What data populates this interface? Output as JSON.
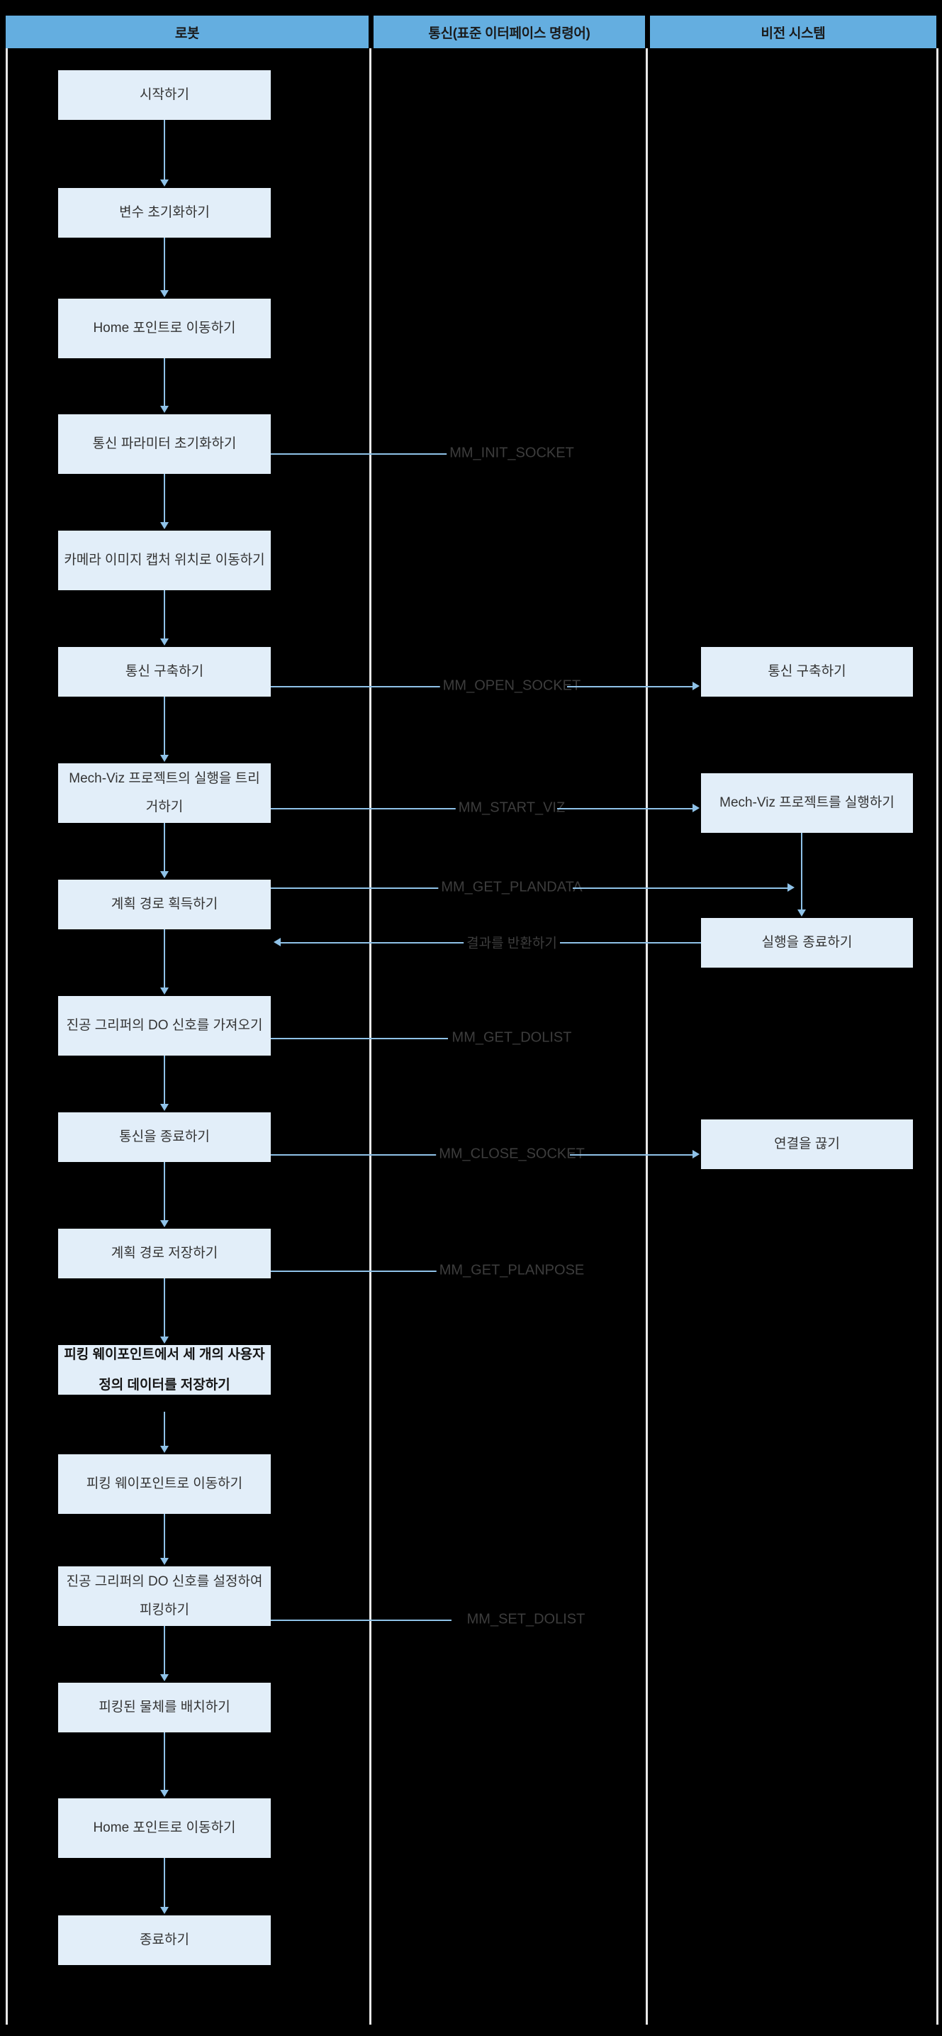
{
  "diagram": {
    "title_bar_color": "#64aee0",
    "node_fill": "#e2eef9",
    "connector_color": "#8fc2e8",
    "background": "#000000",
    "lanes": [
      {
        "id": "robot",
        "label": "로봇"
      },
      {
        "id": "comm",
        "label": "통신(표준 이터페이스 명령어)"
      },
      {
        "id": "vision",
        "label": "비전 시스템"
      }
    ],
    "robot_nodes": [
      {
        "id": "start",
        "label": "시작하기"
      },
      {
        "id": "init-vars",
        "label": "변수 초기화하기"
      },
      {
        "id": "move-home-1",
        "label": "Home 포인트로 이동하기"
      },
      {
        "id": "init-comm-param",
        "label": "통신 파라미터 초기화하기"
      },
      {
        "id": "move-capture",
        "label": "카메라 이미지 캡처 위치로 이동하기"
      },
      {
        "id": "build-comm",
        "label": "통신 구축하기"
      },
      {
        "id": "trigger-viz",
        "label": "Mech-Viz 프로젝트의 실행을 트리거하기"
      },
      {
        "id": "get-plan",
        "label": "계획 경로 획득하기"
      },
      {
        "id": "get-do-signal",
        "label": "진공 그리퍼의 DO 신호를 가져오기"
      },
      {
        "id": "close-comm",
        "label": "통신을 종료하기"
      },
      {
        "id": "save-plan",
        "label": "계획 경로 저장하기"
      },
      {
        "id": "save-custom",
        "label": "피킹 웨이포인트에서 세 개의 사용자 정의 데이터를 저장하기"
      },
      {
        "id": "move-pick-wp",
        "label": "피킹 웨이포인트로 이동하기"
      },
      {
        "id": "set-do-pick",
        "label": "진공 그리퍼의 DO 신호를 설정하여 피킹하기"
      },
      {
        "id": "place-object",
        "label": "피킹된 물체를 배치하기"
      },
      {
        "id": "move-home-2",
        "label": "Home 포인트로 이동하기"
      },
      {
        "id": "end",
        "label": "종료하기"
      }
    ],
    "vision_nodes": [
      {
        "id": "v-build-comm",
        "label": "통신 구축하기"
      },
      {
        "id": "v-run-viz",
        "label": "Mech-Viz 프로젝트를 실행하기"
      },
      {
        "id": "v-stop-run",
        "label": "실행을 종료하기"
      },
      {
        "id": "v-disconnect",
        "label": "연결을 끊기"
      }
    ],
    "messages": [
      {
        "id": "m-init-socket",
        "label": "MM_INIT_SOCKET",
        "kind": "command"
      },
      {
        "id": "m-open-socket",
        "label": "MM_OPEN_SOCKET",
        "kind": "command"
      },
      {
        "id": "m-start-viz",
        "label": "MM_START_VIZ",
        "kind": "command"
      },
      {
        "id": "m-get-plandata",
        "label": "MM_GET_PLANDATA",
        "kind": "command"
      },
      {
        "id": "m-return",
        "label": "결과를 반환하기",
        "kind": "reply"
      },
      {
        "id": "m-get-dolist",
        "label": "MM_GET_DOLIST",
        "kind": "command"
      },
      {
        "id": "m-close-socket",
        "label": "MM_CLOSE_SOCKET",
        "kind": "command"
      },
      {
        "id": "m-get-planpose",
        "label": "MM_GET_PLANPOSE",
        "kind": "command"
      },
      {
        "id": "m-set-dolist",
        "label": "MM_SET_DOLIST",
        "kind": "command"
      }
    ]
  }
}
